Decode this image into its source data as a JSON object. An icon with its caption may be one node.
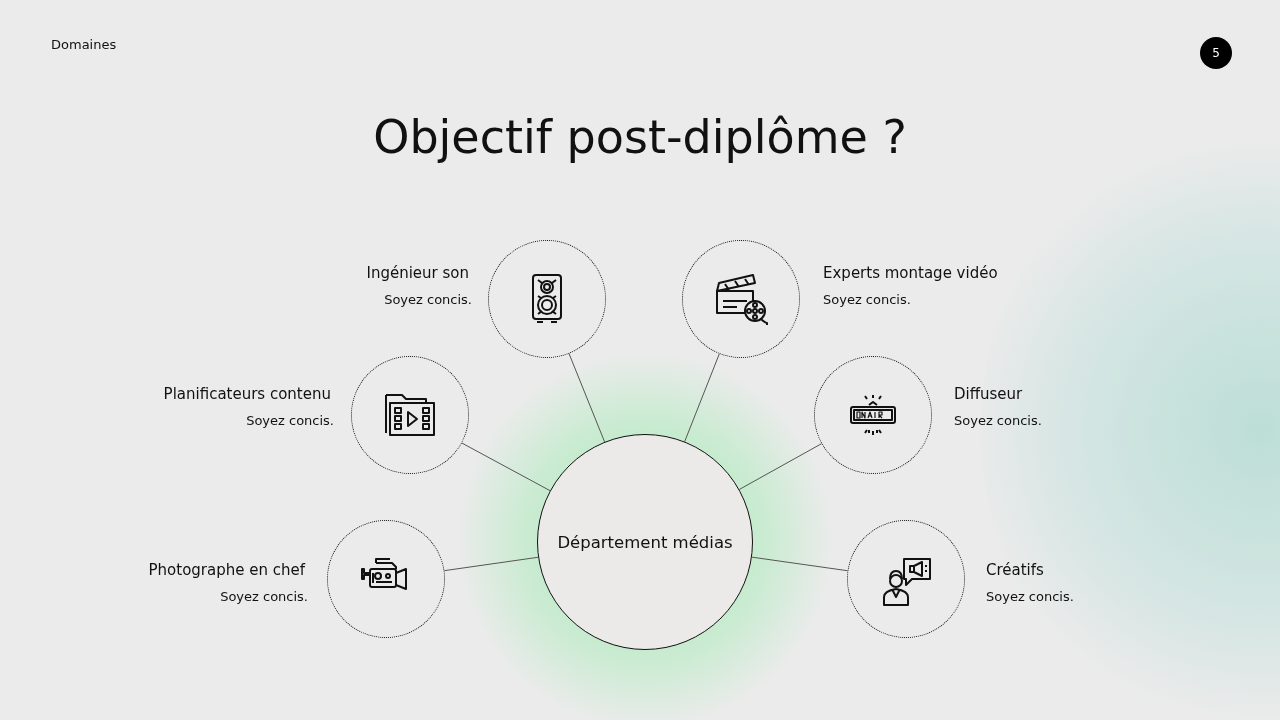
{
  "diagram": {
    "title": "Objectif post-diplôme ?",
    "nodes": [
      {
        "text": [
          "Département médias"
        ]
      },
      {
        "text": [],
        "shape": "circle",
        "beside": [
          "Ingénieur son",
          "Soyez concis."
        ]
      },
      {
        "text": [],
        "shape": "circle",
        "beside": [
          "Experts montage vidéo",
          "Soyez concis."
        ]
      },
      {
        "text": [],
        "shape": "circle",
        "beside": [
          "Planificateurs contenu",
          "Soyez concis."
        ]
      },
      {
        "text": [],
        "shape": "circle",
        "beside": [
          "Diffuseur",
          "Soyez concis."
        ]
      },
      {
        "text": [],
        "shape": "circle",
        "beside": [
          "Photographe en chef",
          "Soyez concis."
        ]
      },
      {
        "text": [],
        "shape": "circle",
        "beside": [
          "Créatifs",
          "Soyez concis."
        ]
      }
    ],
    "edges": [
      {
        "from": 0,
        "to": 1,
        "arrow": "none"
      },
      {
        "from": 0,
        "to": 2,
        "arrow": "none"
      },
      {
        "from": 0,
        "to": 3,
        "arrow": "none"
      },
      {
        "from": 0,
        "to": 4,
        "arrow": "none"
      },
      {
        "from": 0,
        "to": 5,
        "arrow": "none"
      },
      {
        "from": 0,
        "to": 6,
        "arrow": "none"
      }
    ],
    "labels": [
      "Domaines",
      "5"
    ]
  }
}
